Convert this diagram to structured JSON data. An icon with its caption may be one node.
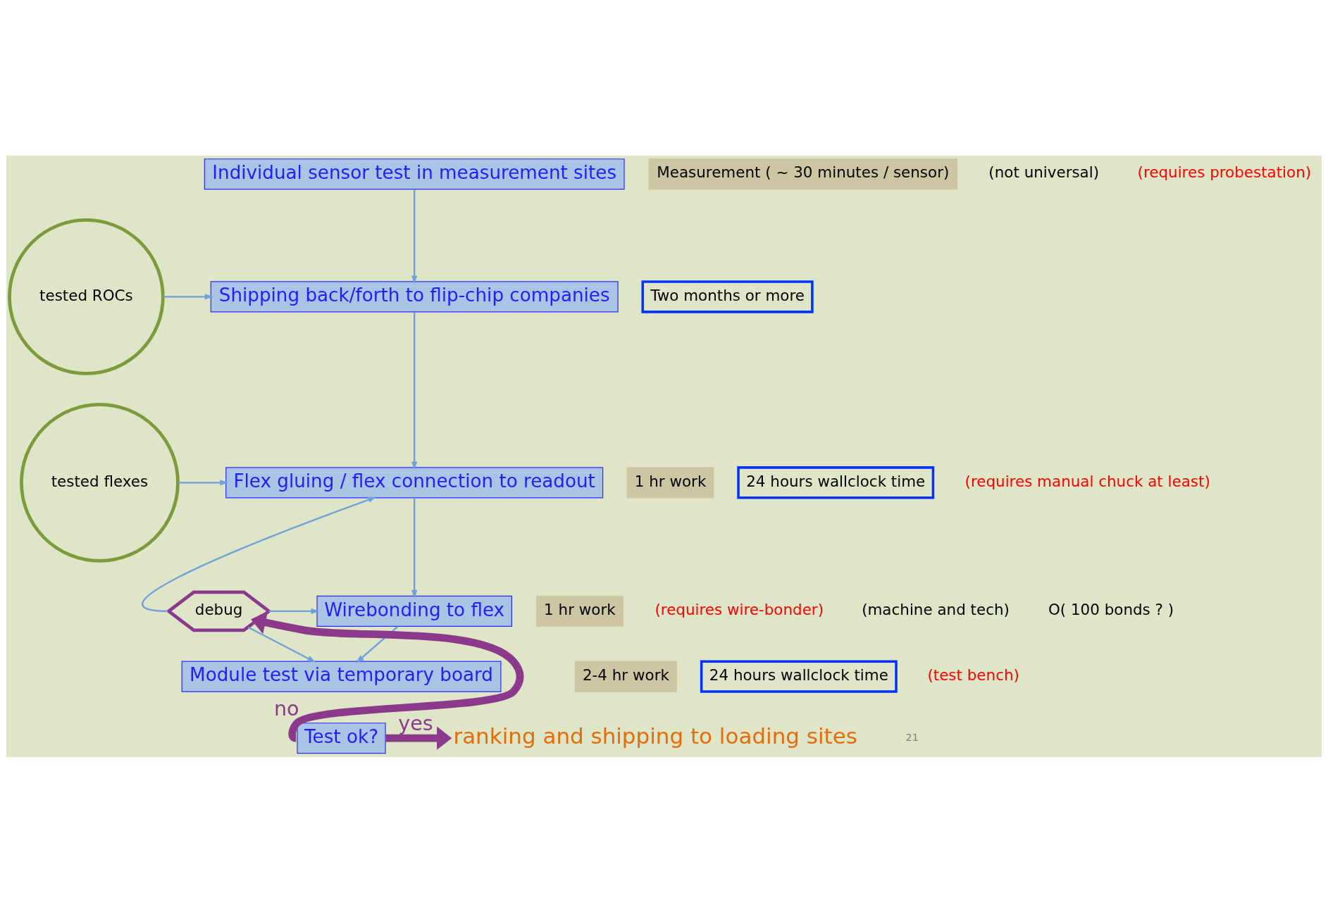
{
  "diagram": {
    "nodes": [
      {
        "text": [
          "Individual sensor test in measurement sites"
        ]
      },
      {
        "text": [
          "Shipping back/forth to flip-chip companies"
        ]
      },
      {
        "text": [
          "Flex gluing / flex connection to readout"
        ]
      },
      {
        "text": [
          "Wirebonding to flex"
        ]
      },
      {
        "text": [
          "Module test via temporary board"
        ]
      },
      {
        "text": [
          "Test ok?"
        ]
      },
      {
        "text": [
          "ranking and shipping to loading sites"
        ]
      },
      {
        "text": [
          "tested ROCs"
        ]
      },
      {
        "text": [
          "tested flexes"
        ]
      },
      {
        "text": [
          "debug"
        ]
      },
      {
        "text": [
          "Measurement ( ~ 30 minutes / sensor)"
        ]
      },
      {
        "text": [
          "Two months or more"
        ]
      },
      {
        "text": [
          "1 hr work"
        ]
      },
      {
        "text": [
          "24 hours wallclock time"
        ]
      },
      {
        "text": [
          "1 hr work"
        ]
      },
      {
        "text": [
          "2-4 hr work"
        ]
      },
      {
        "text": [
          "24 hours wallclock time"
        ]
      }
    ],
    "edges": [
      {
        "from": 0,
        "to": 1,
        "arrow": "to"
      },
      {
        "from": 1,
        "to": 2,
        "arrow": "to"
      },
      {
        "from": 2,
        "to": 3,
        "arrow": "to"
      },
      {
        "from": 3,
        "to": 4,
        "arrow": "to"
      },
      {
        "from": 7,
        "to": 1,
        "arrow": "to"
      },
      {
        "from": 8,
        "to": 2,
        "arrow": "to"
      },
      {
        "from": 9,
        "to": 2,
        "arrow": "to"
      },
      {
        "from": 9,
        "to": 3,
        "arrow": "to"
      },
      {
        "from": 9,
        "to": 4,
        "arrow": "to"
      },
      {
        "from": 5,
        "to": 9,
        "arrow": "to",
        "label": "no",
        "style": "thick",
        "color": "#8b3a8b"
      },
      {
        "from": 5,
        "to": 6,
        "arrow": "to",
        "label": "yes",
        "style": "thick",
        "color": "#8b3a8b"
      }
    ],
    "labels": [
      "(not universal)",
      "(requires probestation)",
      "(requires manual chuck at least)",
      "(requires wire-bonder)",
      "(machine and tech)",
      "O( 100 bonds ? )",
      "(test bench)",
      "21"
    ]
  }
}
